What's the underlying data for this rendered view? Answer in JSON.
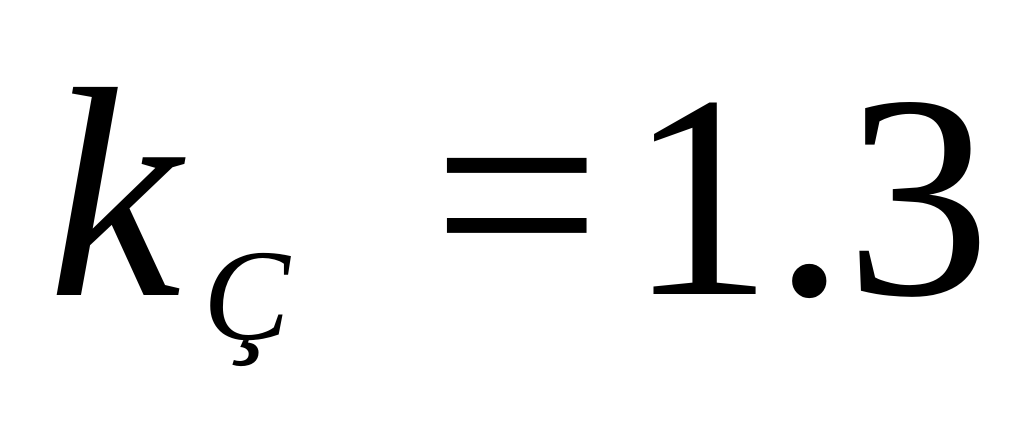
{
  "formula": {
    "variable": "k",
    "subscript": "Ç",
    "operator": "=",
    "value": "1.3"
  }
}
